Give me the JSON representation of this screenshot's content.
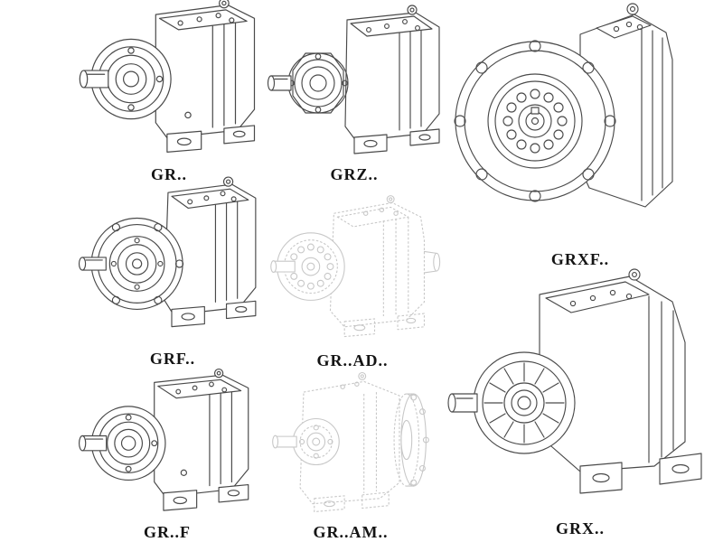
{
  "page": {
    "background": "#ffffff",
    "line_color": "#4a4a4a",
    "faded_line_color": "#c7c7c7",
    "label_color": "#141414"
  },
  "figures": [
    {
      "label": "GR.."
    },
    {
      "label": "GRZ.."
    },
    {
      "label": "GRXF.."
    },
    {
      "label": "GRF.."
    },
    {
      "label": "GR..AD.."
    },
    {
      "label": "GR..F"
    },
    {
      "label": "GR..AM.."
    },
    {
      "label": "GRX.."
    }
  ]
}
